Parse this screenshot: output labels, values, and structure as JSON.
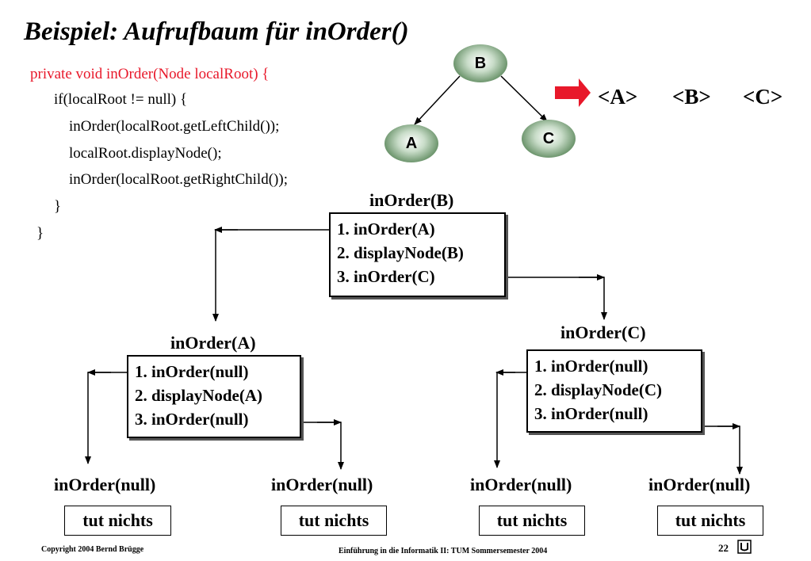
{
  "title": "Beispiel: Aufrufbaum für inOrder()",
  "code": {
    "signature": "private void inOrder(Node localRoot) {",
    "if_line": "if(localRoot != null)   {",
    "left_call": "inOrder(localRoot.getLeftChild());",
    "display_call": "localRoot.displayNode();",
    "right_call": "inOrder(localRoot.getRightChild());",
    "inner_close": "}",
    "outer_close": "}"
  },
  "tree": {
    "root": "B",
    "left": "A",
    "right": "C"
  },
  "result": {
    "items": [
      "<A>",
      "<B>",
      "<C>"
    ]
  },
  "calls": {
    "b": {
      "header": "inOrder(B)",
      "lines": [
        "1. inOrder(A)",
        "2. displayNode(B)",
        "3. inOrder(C)"
      ]
    },
    "a": {
      "header": "inOrder(A)",
      "lines": [
        "1. inOrder(null)",
        "2. displayNode(A)",
        "3. inOrder(null)"
      ]
    },
    "c": {
      "header": "inOrder(C)",
      "lines": [
        "1. inOrder(null)",
        "2. displayNode(C)",
        "3. inOrder(null)"
      ]
    }
  },
  "nulls": [
    {
      "header": "inOrder(null)",
      "body": "tut nichts"
    },
    {
      "header": "inOrder(null)",
      "body": "tut nichts"
    },
    {
      "header": "inOrder(null)",
      "body": "tut nichts"
    },
    {
      "header": "inOrder(null)",
      "body": "tut nichts"
    }
  ],
  "footer": {
    "copyright": "Copyright  2004  Bernd Brügge",
    "course": "Einführung in die Informatik II:  TUM Sommersemester 2004",
    "page": "22"
  },
  "colors": {
    "accent_red": "#e8182a",
    "node_green": "#4a7a4a"
  }
}
